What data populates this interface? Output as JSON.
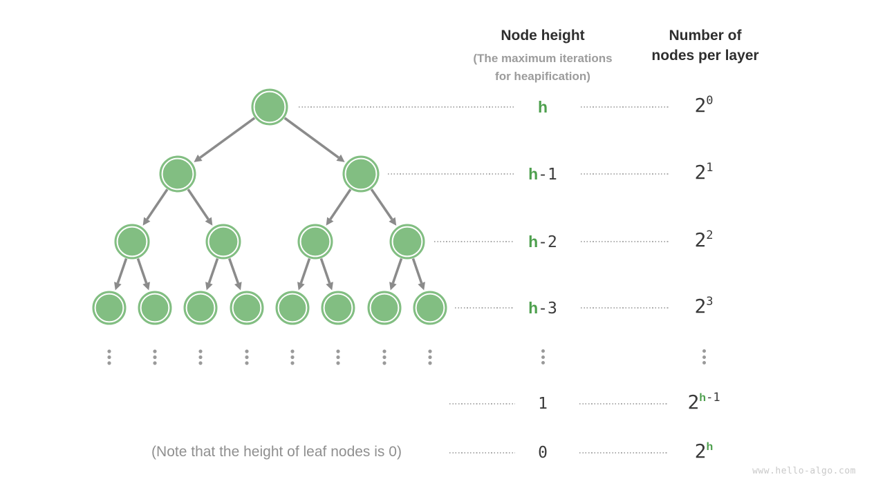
{
  "page": {
    "background": "#ffffff"
  },
  "colors": {
    "node_fill": "#82be82",
    "node_border": "#82be82",
    "node_inner_ring": "#ffffff",
    "accent_green": "#4ea04e",
    "arrow_gray": "#8b8b8b",
    "dotted_gray": "#ababab",
    "ellipsis_dot_gray": "#9a9a9a",
    "heading_dark": "#2e2e2e",
    "mono_dark": "#3a3a3a",
    "subtitle_gray": "#9c9c9c",
    "note_gray": "#8f8f8f",
    "watermark_gray": "#c9c9c9"
  },
  "header": {
    "node_height_title": "Node height",
    "node_height_subtitle_line1": "(The maximum iterations",
    "node_height_subtitle_line2": "for heapification)",
    "nodes_per_layer_line1": "Number of",
    "nodes_per_layer_line2": "nodes per layer"
  },
  "rows": [
    {
      "type": "row",
      "height_parts": [
        {
          "text": "h",
          "green": true
        }
      ],
      "count_base": "2",
      "exp_parts": [
        {
          "text": "0",
          "green": false
        }
      ]
    },
    {
      "type": "row",
      "height_parts": [
        {
          "text": "h",
          "green": true
        },
        {
          "text": "-1",
          "green": false
        }
      ],
      "count_base": "2",
      "exp_parts": [
        {
          "text": "1",
          "green": false
        }
      ]
    },
    {
      "type": "row",
      "height_parts": [
        {
          "text": "h",
          "green": true
        },
        {
          "text": "-2",
          "green": false
        }
      ],
      "count_base": "2",
      "exp_parts": [
        {
          "text": "2",
          "green": false
        }
      ]
    },
    {
      "type": "row",
      "height_parts": [
        {
          "text": "h",
          "green": true
        },
        {
          "text": "-3",
          "green": false
        }
      ],
      "count_base": "2",
      "exp_parts": [
        {
          "text": "3",
          "green": false
        }
      ]
    },
    {
      "type": "ellipsis"
    },
    {
      "type": "row",
      "height_parts": [
        {
          "text": "1",
          "green": false
        }
      ],
      "count_base": "2",
      "exp_parts": [
        {
          "text": "h",
          "green": true
        },
        {
          "text": "-1",
          "green": false
        }
      ]
    },
    {
      "type": "row",
      "height_parts": [
        {
          "text": "0",
          "green": false
        }
      ],
      "count_base": "2",
      "exp_parts": [
        {
          "text": "h",
          "green": true
        }
      ]
    }
  ],
  "note": "(Note that the height of leaf nodes is 0)",
  "watermark": "www.hello-algo.com",
  "tree": {
    "type": "perfect-binary-tree",
    "levels_shown": 4,
    "nodes_per_level": [
      1,
      2,
      4,
      8
    ],
    "continues_below": true
  }
}
